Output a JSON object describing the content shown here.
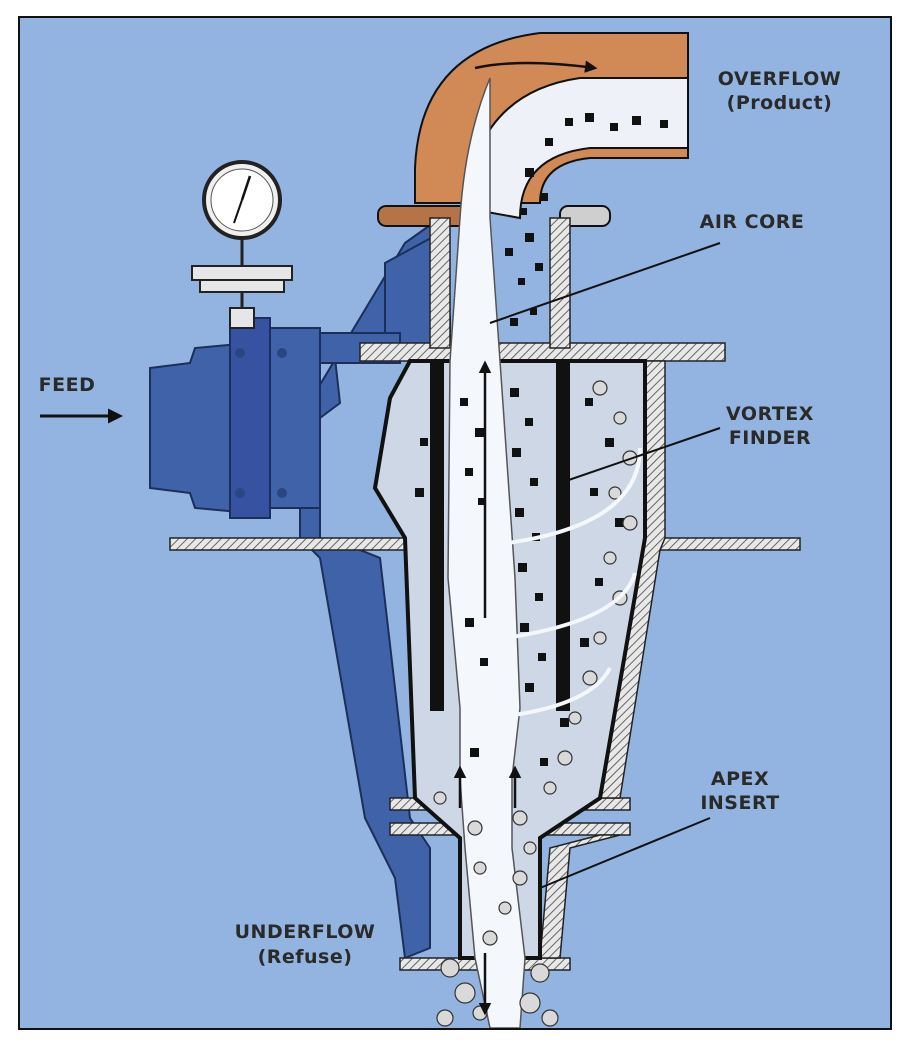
{
  "labels": {
    "overflow": "OVERFLOW",
    "overflow_sub": "(Product)",
    "air_core": "AIR CORE",
    "feed": "FEED",
    "vortex_line1": "VORTEX",
    "vortex_line2": "FINDER",
    "apex_line1": "APEX",
    "apex_line2": "INSERT",
    "underflow": "UNDERFLOW",
    "underflow_sub": "(Refuse)"
  },
  "colors": {
    "background": "#93b4e0",
    "body_blue": "#3f62a8",
    "overflow_pipe": "#d18a55",
    "air_core": "#f4f7fb",
    "slurry": "#cdd7e6",
    "outline": "#111111",
    "label_text": "#2a2a2a"
  },
  "icons": [
    "pressure-gauge-icon",
    "flow-arrow-icon"
  ]
}
